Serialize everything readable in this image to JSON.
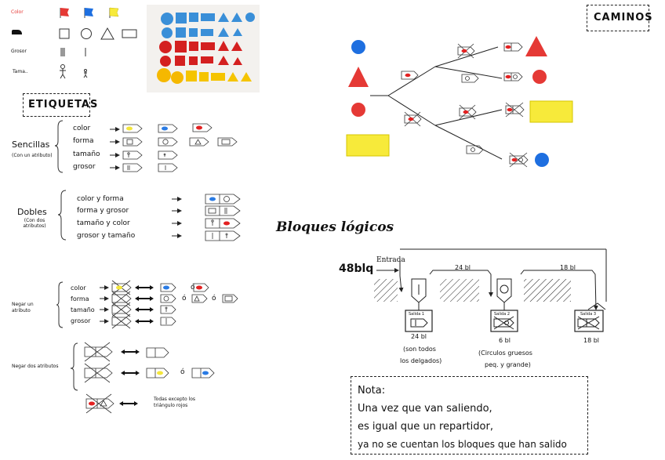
{
  "attributes_header": {
    "color_label": "Color",
    "thickness_label": "Grosor",
    "size_label": "Tama.."
  },
  "etiquetas": {
    "title": "ETIQUETAS",
    "sencillas": {
      "title": "Sencillas",
      "subtitle": "(Con un atributo)",
      "rows": [
        "color",
        "forma",
        "tamaño",
        "grosor"
      ]
    },
    "dobles": {
      "title": "Dobles",
      "subtitle": "(Con dos atributos)",
      "rows": [
        "color y forma",
        "forma y grosor",
        "tamaño y color",
        "grosor y tamaño"
      ]
    },
    "negar_uno": {
      "title": "Negar un atributo",
      "rows": [
        "color",
        "forma",
        "tamaño",
        "grosor"
      ],
      "or_word": "ó"
    },
    "negar_dos": {
      "title": "Negar dos atributos",
      "or_word": "ó",
      "caption": "Todas excepto los triángulo rojos"
    }
  },
  "caminos": {
    "title": "CAMINOS"
  },
  "bloques": {
    "title": "Bloques lógicos",
    "input_count": "48blq",
    "entrada_label": "Entrada",
    "seg1_label": "24 bl",
    "seg2_label": "18 bl",
    "salida1": {
      "label": "Salida 1",
      "count": "24 bl",
      "desc1": "(son todos",
      "desc2": "los delgados)"
    },
    "salida2": {
      "label": "Salida 2",
      "count": "6 bl",
      "desc1": "(Circulos gruesos",
      "desc2": "peq. y grande)"
    },
    "salida3": {
      "label": "Salida 3",
      "count": "18 bl"
    }
  },
  "nota": {
    "lines": [
      "Nota:",
      "Una vez que van saliendo,",
      "es igual que un repartidor,",
      "ya no se cuentan los bloques que han salido"
    ]
  },
  "colors": {
    "red": "#e53935",
    "blue": "#1e6fe0",
    "yellow": "#f7ea3a",
    "label_red": "#e32121",
    "label_blue": "#2a7be4",
    "label_yellow": "#f4e63b"
  }
}
